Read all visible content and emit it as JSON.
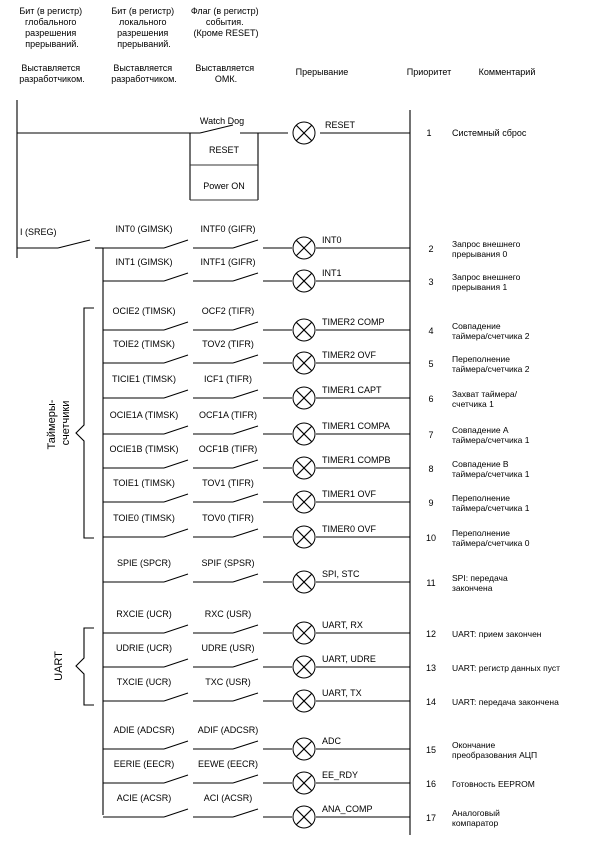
{
  "headers": {
    "col1": [
      "Бит (в регистр)",
      "глобального",
      "разрешения",
      "прерываний."
    ],
    "col2": [
      "Бит (в регистр)",
      "локального",
      "разрешения",
      "прерываний."
    ],
    "col3": [
      "Флаг (в регистр)",
      "события.",
      "(Кроме RESET)"
    ],
    "set1": [
      "Выставляется",
      "разработчиком."
    ],
    "set2": [
      "Выставляется",
      "разработчиком."
    ],
    "set3": [
      "Выставляется",
      "ОМК."
    ],
    "interrupt": "Прерывание",
    "priority": "Приоритет",
    "comment": "Комментарий"
  },
  "reset_block": {
    "watchdog": "Watch Dog",
    "reset": "RESET",
    "power_on": "Power ON",
    "interrupt": "RESET",
    "priority": "1",
    "comment": [
      "Системный сброс"
    ]
  },
  "global_bit": "I (SREG)",
  "group_labels": {
    "timers": [
      "Таймеры-",
      "счетчики"
    ],
    "uart": "UART"
  },
  "rows": [
    {
      "enable": "INT0 (GIMSK)",
      "flag": "INTF0 (GIFR)",
      "interrupt": "INT0",
      "priority": "2",
      "comment": [
        "Запрос внешнего",
        "прерывания 0"
      ]
    },
    {
      "enable": "INT1 (GIMSK)",
      "flag": "INTF1 (GIFR)",
      "interrupt": "INT1",
      "priority": "3",
      "comment": [
        "Запрос внешнего",
        "прерывания 1"
      ]
    },
    {
      "enable": "OCIE2 (TIMSK)",
      "flag": "OCF2 (TIFR)",
      "interrupt": "TIMER2 COMP",
      "priority": "4",
      "comment": [
        "Совпадение",
        "таймера/счетчика 2"
      ]
    },
    {
      "enable": "TOIE2 (TIMSK)",
      "flag": "TOV2 (TIFR)",
      "interrupt": "TIMER2 OVF",
      "priority": "5",
      "comment": [
        "Переполнение",
        "таймера/счетчика 2"
      ]
    },
    {
      "enable": "TICIE1 (TIMSK)",
      "flag": "ICF1 (TIFR)",
      "interrupt": "TIMER1 CAPT",
      "priority": "6",
      "comment": [
        "Захват таймера/",
        "счетчика 1"
      ]
    },
    {
      "enable": "OCIE1A (TIMSK)",
      "flag": "OCF1A (TIFR)",
      "interrupt": "TIMER1 COMPA",
      "priority": "7",
      "comment": [
        "Совпадение А",
        "таймера/счетчика 1"
      ]
    },
    {
      "enable": "OCIE1B (TIMSK)",
      "flag": "OCF1B (TIFR)",
      "interrupt": "TIMER1 COMPB",
      "priority": "8",
      "comment": [
        "Совпадение В",
        "таймера/счетчика 1"
      ]
    },
    {
      "enable": "TOIE1 (TIMSK)",
      "flag": "TOV1 (TIFR)",
      "interrupt": "TIMER1 OVF",
      "priority": "9",
      "comment": [
        "Переполнение",
        "таймера/счетчика 1"
      ]
    },
    {
      "enable": "TOIE0 (TIMSK)",
      "flag": "TOV0 (TIFR)",
      "interrupt": "TIMER0 OVF",
      "priority": "10",
      "comment": [
        "Переполнение",
        "таймера/счетчика 0"
      ]
    },
    {
      "enable": "SPIE (SPCR)",
      "flag": "SPIF (SPSR)",
      "interrupt": "SPI, STC",
      "priority": "11",
      "comment": [
        "SPI: передача",
        "закончена"
      ]
    },
    {
      "enable": "RXCIE (UCR)",
      "flag": "RXC (USR)",
      "interrupt": "UART, RX",
      "priority": "12",
      "comment": [
        "UART: прием закончен"
      ]
    },
    {
      "enable": "UDRIE (UCR)",
      "flag": "UDRE (USR)",
      "interrupt": "UART, UDRE",
      "priority": "13",
      "comment": [
        "UART: регистр данных пуст"
      ]
    },
    {
      "enable": "TXCIE (UCR)",
      "flag": "TXC (USR)",
      "interrupt": "UART, TX",
      "priority": "14",
      "comment": [
        "UART: передача закончена"
      ]
    },
    {
      "enable": "ADIE (ADCSR)",
      "flag": "ADIF (ADCSR)",
      "interrupt": "ADC",
      "priority": "15",
      "comment": [
        "Окончание",
        "преобразования АЦП"
      ]
    },
    {
      "enable": "EERIE (EECR)",
      "flag": "EEWE (EECR)",
      "interrupt": "EE_RDY",
      "priority": "16",
      "comment": [
        "Готовность EEPROM"
      ]
    },
    {
      "enable": "ACIE (ACSR)",
      "flag": "ACI (ACSR)",
      "interrupt": "ANA_COMP",
      "priority": "17",
      "comment": [
        "Аналоговый",
        "компаратор"
      ]
    }
  ]
}
